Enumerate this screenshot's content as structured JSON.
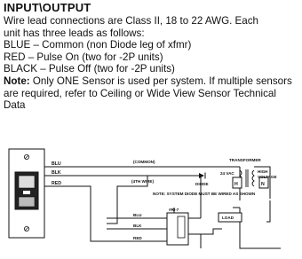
{
  "section": {
    "heading": "INPUT\\OUTPUT",
    "lines": [
      "Wire lead connections are Class II, 18 to 22 AWG. Each",
      "unit has three leads as follows:",
      "BLUE – Common (non Diode leg of xfmr)",
      "RED – Pulse On (two for -2P units)",
      "BLACK – Pulse Off (two for -2P units)"
    ],
    "note_label": "Note:",
    "note_text": "Only ONE Sensor is used per system. If multiple sensors are required, refer to Ceiling or Wide View Sensor Technical Data"
  },
  "diagram": {
    "lead_labels": {
      "blu": "BLU",
      "blk": "BLK",
      "red": "RED"
    },
    "common_label": "(COMMON)",
    "fourth_wire_label": "(4TH WIRE)",
    "diode_label": "DIODE",
    "transformer_label": "TRANSFORMER",
    "voltage_24": "24 VAC",
    "high_voltage_1": "HIGH",
    "high_voltage_2": "VOLTAGE",
    "diode_note": "NOTE: SYSTEM DIODE MUST BE WIRED AS SHOWN",
    "terminal_h": "H",
    "terminal_n": "N",
    "relay_label": "#RI-7",
    "relay_leads": {
      "blu": "BLU",
      "blk": "BLK",
      "red": "RED"
    },
    "load_label": "LOAD"
  }
}
